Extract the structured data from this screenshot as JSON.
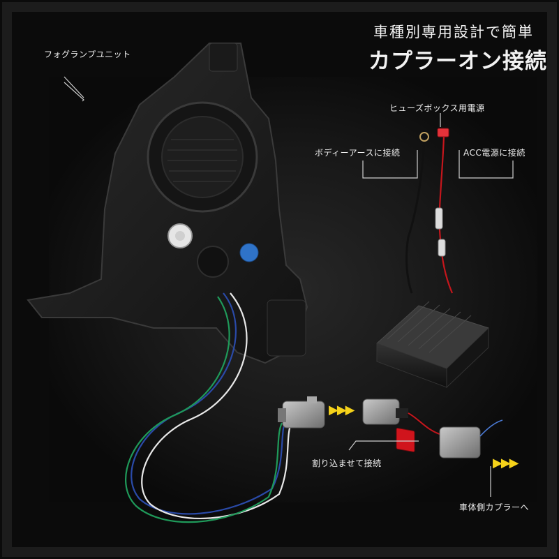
{
  "headline": {
    "line1": "車種別専用設計で簡単",
    "line2": "カプラーオン接続"
  },
  "labels": {
    "fog_unit": "フォグランプユニット",
    "fuse_power": "ヒューズボックス用電源",
    "body_ground": "ボディーアースに接続",
    "acc_power": "ACC電源に接続",
    "splice_connect": "割り込ませて接続",
    "vehicle_coupler": "車体側カプラーへ"
  },
  "arrows": {
    "mid": "▶▶▶",
    "right": "▶▶▶"
  },
  "colors": {
    "arrow": "#f5d21a",
    "switch": "#d0141c",
    "wire_red": "#c4161c",
    "wire_blue": "#2a4aa8",
    "wire_green": "#1f9a5a"
  }
}
